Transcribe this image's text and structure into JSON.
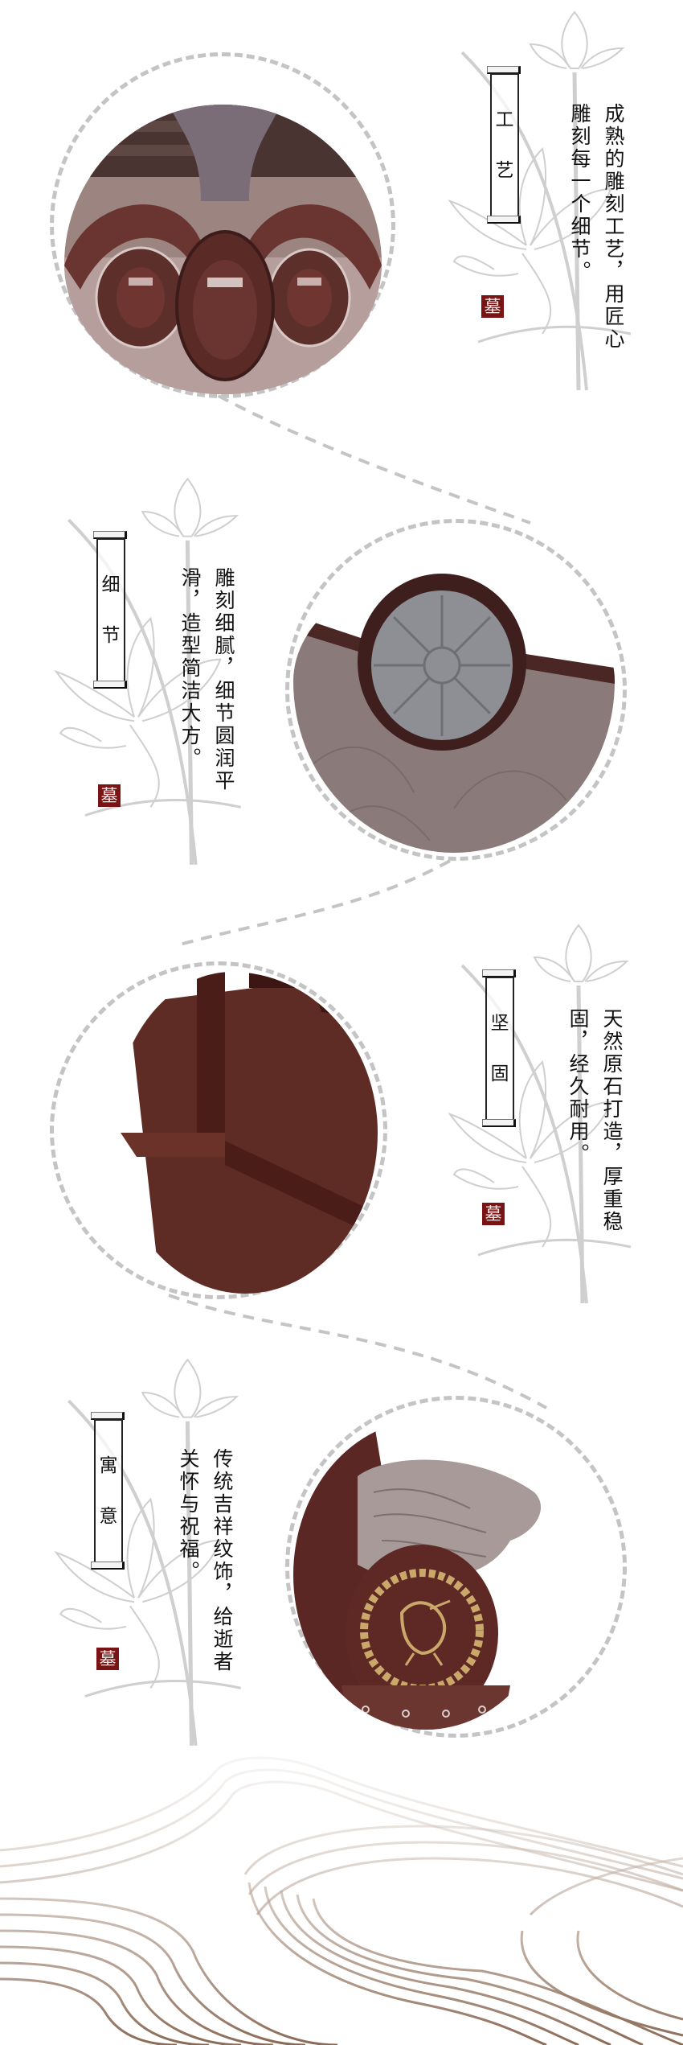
{
  "colors": {
    "seal_bg": "#7a1414",
    "dashed_line": "#c4c4c4",
    "lotus_line": "#c8c8c8",
    "wave_line": "#9b7b66",
    "stone_red": "#5a2a24"
  },
  "seal_char": "墓",
  "sections": [
    {
      "title_chars": [
        "工",
        "艺"
      ],
      "description": "成熟的雕刻工艺，用匠心雕刻每一个细节。",
      "photo_alt": "雕刻工艺细节：卷草与椭圆装饰"
    },
    {
      "title_chars": [
        "细",
        "节"
      ],
      "description": "雕刻细腻，细节圆润平滑，造型简洁大方。",
      "photo_alt": "细节：圆形法轮浮雕"
    },
    {
      "title_chars": [
        "坚",
        "固"
      ],
      "description": "天然原石打造，厚重稳固，经久耐用。",
      "photo_alt": "坚固：红色石材边角"
    },
    {
      "title_chars": [
        "寓",
        "意"
      ],
      "description": "传统吉祥纹饰，给逝者关怀与祝福。",
      "photo_alt": "寓意：龙头雕刻与金色凤纹"
    }
  ]
}
